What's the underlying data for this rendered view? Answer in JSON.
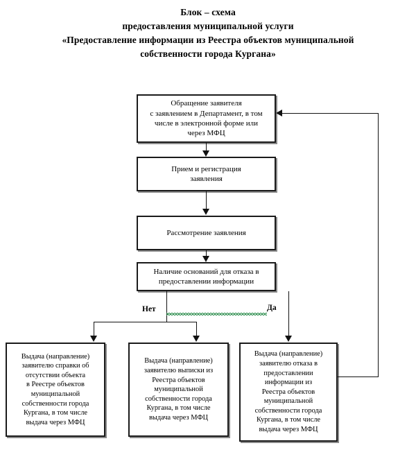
{
  "document": {
    "title_lines": [
      "Блок – схема",
      "предоставления муниципальной услуги",
      "«Предоставление информации из Реестра объектов муниципальной",
      "собственности города Кургана»"
    ]
  },
  "flow": {
    "nodes": [
      {
        "id": "node-application",
        "text": "Обращение заявителя\nс заявлением в Департамент, в том\nчисле в электронной форме или\nчерез МФЦ"
      },
      {
        "id": "node-registration",
        "text": "Прием и регистрация\nзаявления"
      },
      {
        "id": "node-review",
        "text": "Рассмотрение заявления"
      },
      {
        "id": "node-decision",
        "text": "Наличие оснований для отказа в\nпредоставлении информации"
      }
    ],
    "branch_labels": {
      "no": "Нет",
      "yes": "Да"
    },
    "outcomes": [
      {
        "id": "outcome-certificate-absence",
        "text": "Выдача (направление)\nзаявителю справки об\nотсутствии объекта\nв Реестре объектов\nмуниципальной\nсобственности города\nКургана, в том числе\nвыдача через МФЦ"
      },
      {
        "id": "outcome-extract",
        "text": "Выдача (направление)\nзаявителю выписки из\nРеестра объектов\nмуниципальной\nсобственности города\nКургана, в том числе\nвыдача через МФЦ"
      },
      {
        "id": "outcome-refusal",
        "text": "Выдача (направление)\nзаявителю отказа в\nпредоставлении\nинформации из\nРеестра объектов\nмуниципальной\nсобственности города\nКургана, в том числе\nвыдача через МФЦ"
      }
    ]
  },
  "colors": {
    "stroke": "#111111",
    "box_border": "#1a1a1a",
    "box_shadow": "#8a8a8a",
    "spellcheck_underline": "#2f8f50",
    "background": "#ffffff"
  }
}
